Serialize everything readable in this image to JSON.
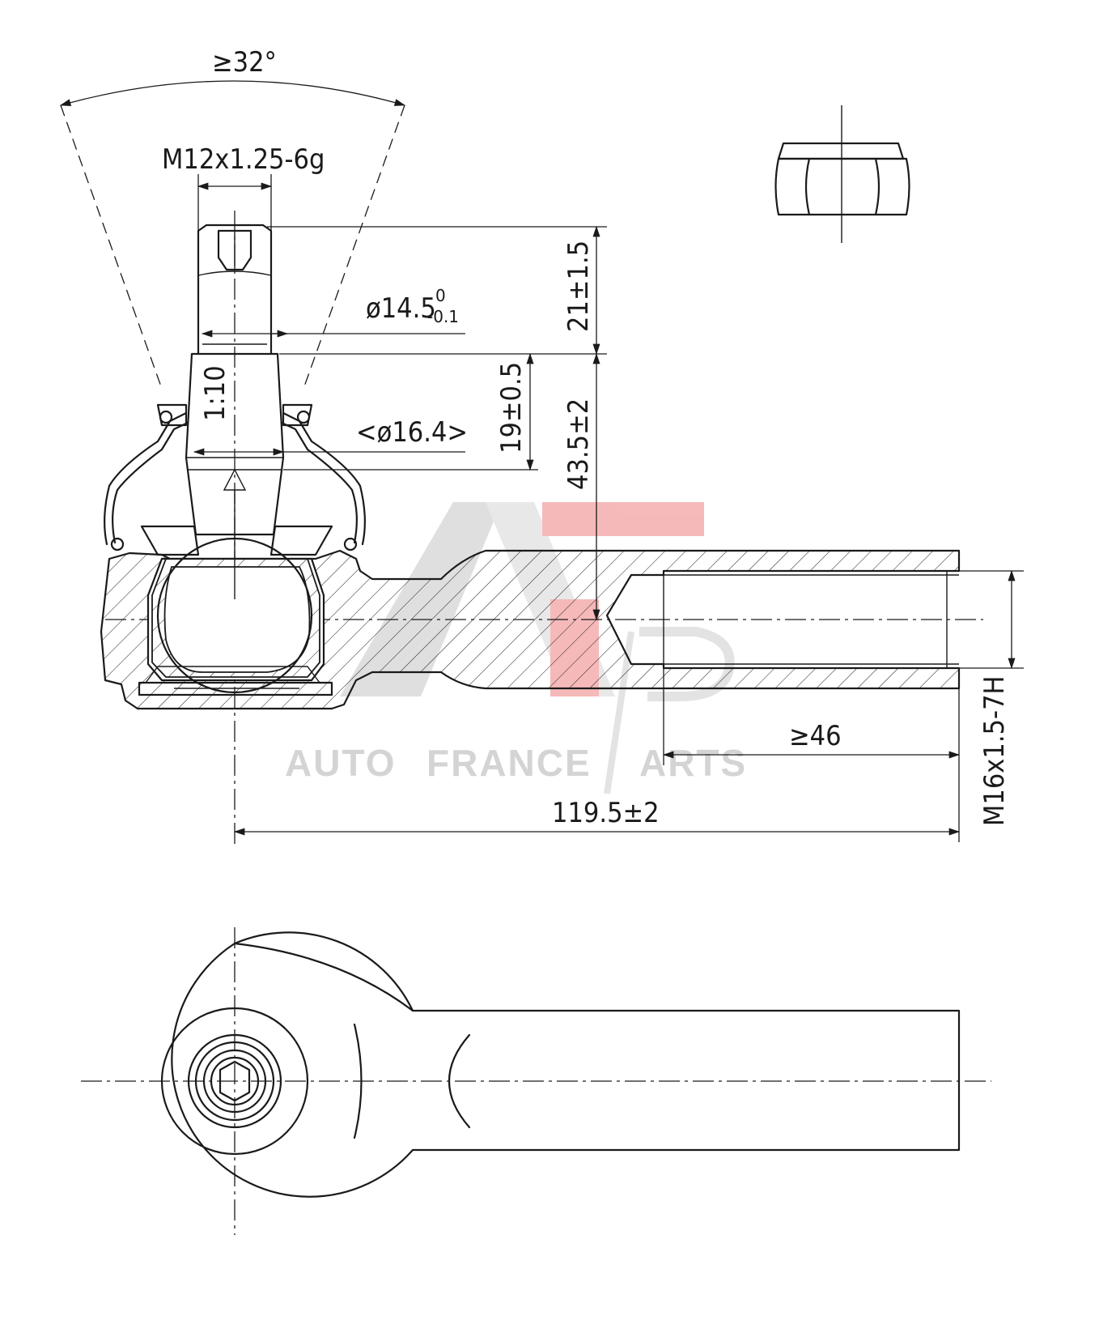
{
  "drawing": {
    "dimensions": {
      "cone_angle": "≥32°",
      "stud_thread": "M12x1.25-6g",
      "stud_diameter": "ø14.5",
      "stud_diameter_upper_tol": "0",
      "stud_diameter_lower_tol": "-0.1",
      "thread_length": "21±1.5",
      "taper_ratio": "1:10",
      "taper_diameter": "<ø16.4>",
      "taper_length": "19±0.5",
      "stud_height": "43.5±2",
      "thread_depth": "≥46",
      "inner_thread": "M16x1.5-7H",
      "overall_length": "119.5±2"
    },
    "watermark": {
      "word1": "AUTO",
      "word2": "FRANCE",
      "word3": "ARTS",
      "accent_color": "#e8262a",
      "gray_color": "#d0d0d0"
    }
  }
}
